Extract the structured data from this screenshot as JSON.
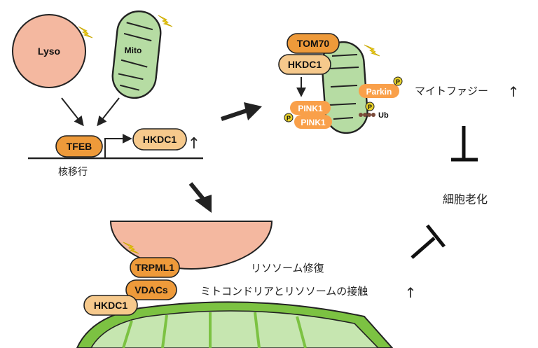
{
  "colors": {
    "lyso_fill": "#f4b8a0",
    "mito_fill": "#b6dca3",
    "mito_stroke": "#222222",
    "orange_dark": "#ee9a3a",
    "orange_light": "#f6c98c",
    "orange_pale": "#f9d4a0",
    "phospho": "#e8d12a",
    "ub": "#7a4a3a",
    "green_membrane": "#7cc242",
    "lightning": "#f2d21a"
  },
  "top_left": {
    "lyso_label": "Lyso",
    "mito_label": "Mito",
    "tfeb_label": "TFEB",
    "hkdc1_label": "HKDC1",
    "up_arrow": "↑",
    "nuclear_translocation": "核移行"
  },
  "top_right": {
    "tom70_label": "TOM70",
    "hkdc1_label": "HKDC1",
    "pink1_top": "PINK1",
    "pink1_bottom": "PINK1",
    "parkin_label": "Parkin",
    "ub_label": "Ub",
    "p_label": "P",
    "mitophagy_label": "マイトファジー",
    "up_arrow": "↑"
  },
  "right": {
    "senescence_label": "細胞老化"
  },
  "bottom": {
    "trpml1_label": "TRPML1",
    "vdacs_label": "VDACs",
    "hkdc1_label": "HKDC1",
    "lyso_repair": "リソソーム修復",
    "contact_label": "ミトコンドリアとリソソームの接触",
    "up_arrow": "↑"
  }
}
